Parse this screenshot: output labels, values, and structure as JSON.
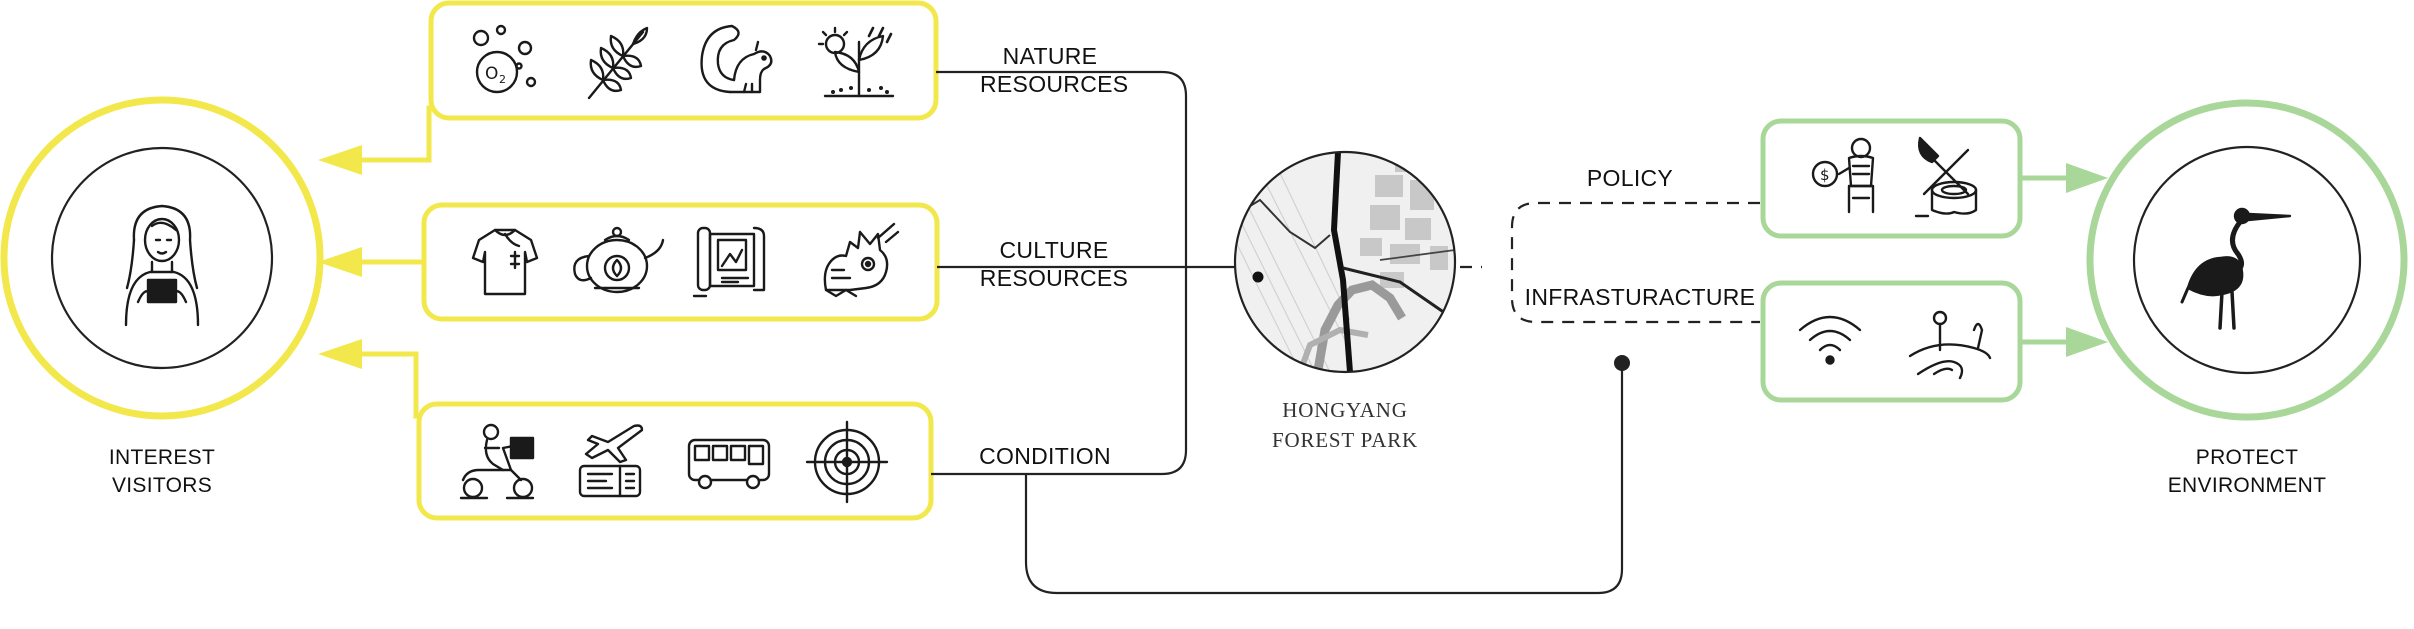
{
  "labels": {
    "nature_resources": [
      "NATURE",
      "RESOURCES"
    ],
    "culture_resources": [
      "CULTURE",
      "RESOURCES"
    ],
    "condition": "CONDITION",
    "policy": "POLICY",
    "infrastructure": "INFRASTURACTURE",
    "park": [
      "HONGYANG",
      "FOREST PARK"
    ],
    "interest_visitors": [
      "INTEREST",
      "VISITORS"
    ],
    "protect_environment": [
      "PROTECT",
      "ENVIRONMENT"
    ]
  },
  "colors": {
    "yellow": "#f2e84b",
    "green": "#a9d79a",
    "line": "#222222",
    "icon": "#1a1a1a"
  },
  "icons": {
    "nature_resources": [
      "oxygen-icon",
      "wheat-icon",
      "squirrel-icon",
      "plant-growth-icon"
    ],
    "culture_resources": [
      "qipao-shirt-icon",
      "teapot-icon",
      "scroll-painting-icon",
      "dragon-dance-icon"
    ],
    "condition": [
      "delivery-scooter-icon",
      "flight-ticket-icon",
      "bus-icon",
      "target-icon"
    ],
    "policy": [
      "subsidy-person-icon",
      "no-logging-icon"
    ],
    "infrastructure": [
      "wifi-icon",
      "trail-path-icon"
    ],
    "interest_visitors": "visitor-person-icon",
    "protect_environment": "heron-bird-icon"
  }
}
